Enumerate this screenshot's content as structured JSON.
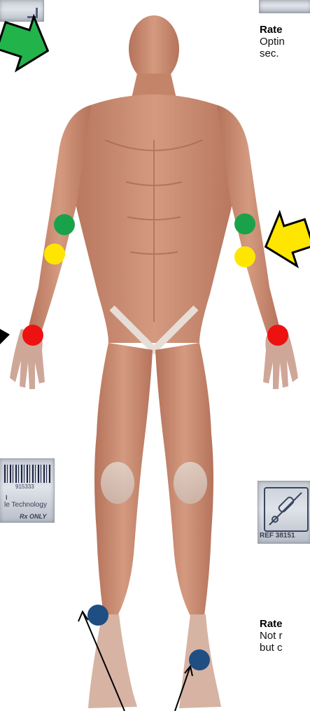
{
  "colors": {
    "green_dot": "#1aa24b",
    "yellow_dot": "#ffe600",
    "red_dot": "#ee1111",
    "blue_dot": "#1f4e82",
    "green_arrow": "#22b34a",
    "yellow_arrow": "#ffe600",
    "skin": "#c98a6e"
  },
  "right_panel": {
    "top_text": {
      "title": "Rate",
      "line1": "Optin",
      "line2": "sec."
    },
    "bottom_text": {
      "title": "Rate",
      "line1": "Not r",
      "line2": "but c"
    },
    "device_label": "REF 38151"
  },
  "left_panel": {
    "label_line1": "l",
    "label_line2": "le Technology",
    "label_line3": "Rx ONLY",
    "barcode_number": "915333"
  },
  "icons": {
    "anatomy": "muscle-anatomy-figure",
    "green_arrow": "arrow-right-icon",
    "yellow_arrow": "arrow-left-icon",
    "device": "electrode-device-icon"
  }
}
